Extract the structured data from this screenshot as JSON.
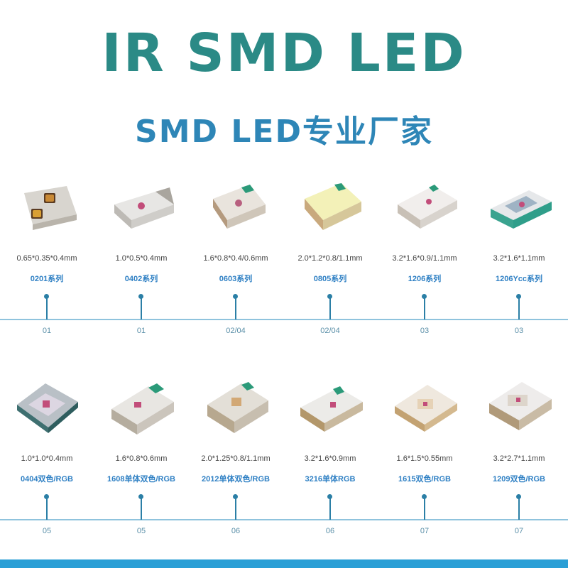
{
  "title": "IR SMD LED",
  "subtitle": "SMD  LED专业厂家",
  "colors": {
    "title": "#2b8a86",
    "subtitle": "#2e86b7",
    "series": "#2f80c4",
    "axis": "#8fc3dd",
    "bottom_bar": "#2a9fd6"
  },
  "rows": [
    {
      "items": [
        {
          "dimensions": "0.65*0.35*0.4mm",
          "series": "0201系列",
          "code": "01"
        },
        {
          "dimensions": "1.0*0.5*0.4mm",
          "series": "0402系列",
          "code": "01"
        },
        {
          "dimensions": "1.6*0.8*0.4/0.6mm",
          "series": "0603系列",
          "code": "02/04"
        },
        {
          "dimensions": "2.0*1.2*0.8/1.1mm",
          "series": "0805系列",
          "code": "02/04"
        },
        {
          "dimensions": "3.2*1.6*0.9/1.1mm",
          "series": "1206系列",
          "code": "03"
        },
        {
          "dimensions": "3.2*1.6*1.1mm",
          "series": "1206Ycc系列",
          "code": "03"
        }
      ]
    },
    {
      "items": [
        {
          "dimensions": "1.0*1.0*0.4mm",
          "series": "0404双色/RGB",
          "code": "05"
        },
        {
          "dimensions": "1.6*0.8*0.6mm",
          "series": "1608单体双色/RGB",
          "code": "05"
        },
        {
          "dimensions": "2.0*1.25*0.8/1.1mm",
          "series": "2012单体双色/RGB",
          "code": "06"
        },
        {
          "dimensions": "3.2*1.6*0.9mm",
          "series": "3216单体RGB",
          "code": "06"
        },
        {
          "dimensions": "1.6*1.5*0.55mm",
          "series": "1615双色/RGB",
          "code": "07"
        },
        {
          "dimensions": "3.2*2.7*1.1mm",
          "series": "1209双色/RGB",
          "code": "07"
        }
      ]
    }
  ]
}
